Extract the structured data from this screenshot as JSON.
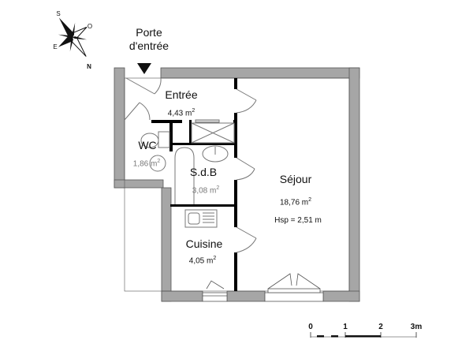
{
  "entrance": {
    "line1": "Porte",
    "line2": "d'entrée"
  },
  "compass": {
    "n": "N",
    "s": "S",
    "e": "E",
    "o": "O"
  },
  "rooms": [
    {
      "id": "entree",
      "name": "Entrée",
      "area": "4,43 m",
      "unit_sup": "2"
    },
    {
      "id": "wc",
      "name": "WC",
      "area": "1,86 m",
      "unit_sup": "2"
    },
    {
      "id": "sdb",
      "name": "S.d.B",
      "area": "3,08 m",
      "unit_sup": "2"
    },
    {
      "id": "cuisine",
      "name": "Cuisine",
      "area": "4,05 m",
      "unit_sup": "2"
    },
    {
      "id": "sejour",
      "name": "Séjour",
      "area": "18,76 m",
      "unit_sup": "2",
      "extra": "Hsp = 2,51 m"
    }
  ],
  "scale": {
    "ticks": [
      "0",
      "1",
      "2",
      "3m"
    ]
  },
  "colors": {
    "wall": "#a6a6a6",
    "wall_edge": "#555555",
    "partition": "#000000",
    "fixture": "#777777"
  }
}
